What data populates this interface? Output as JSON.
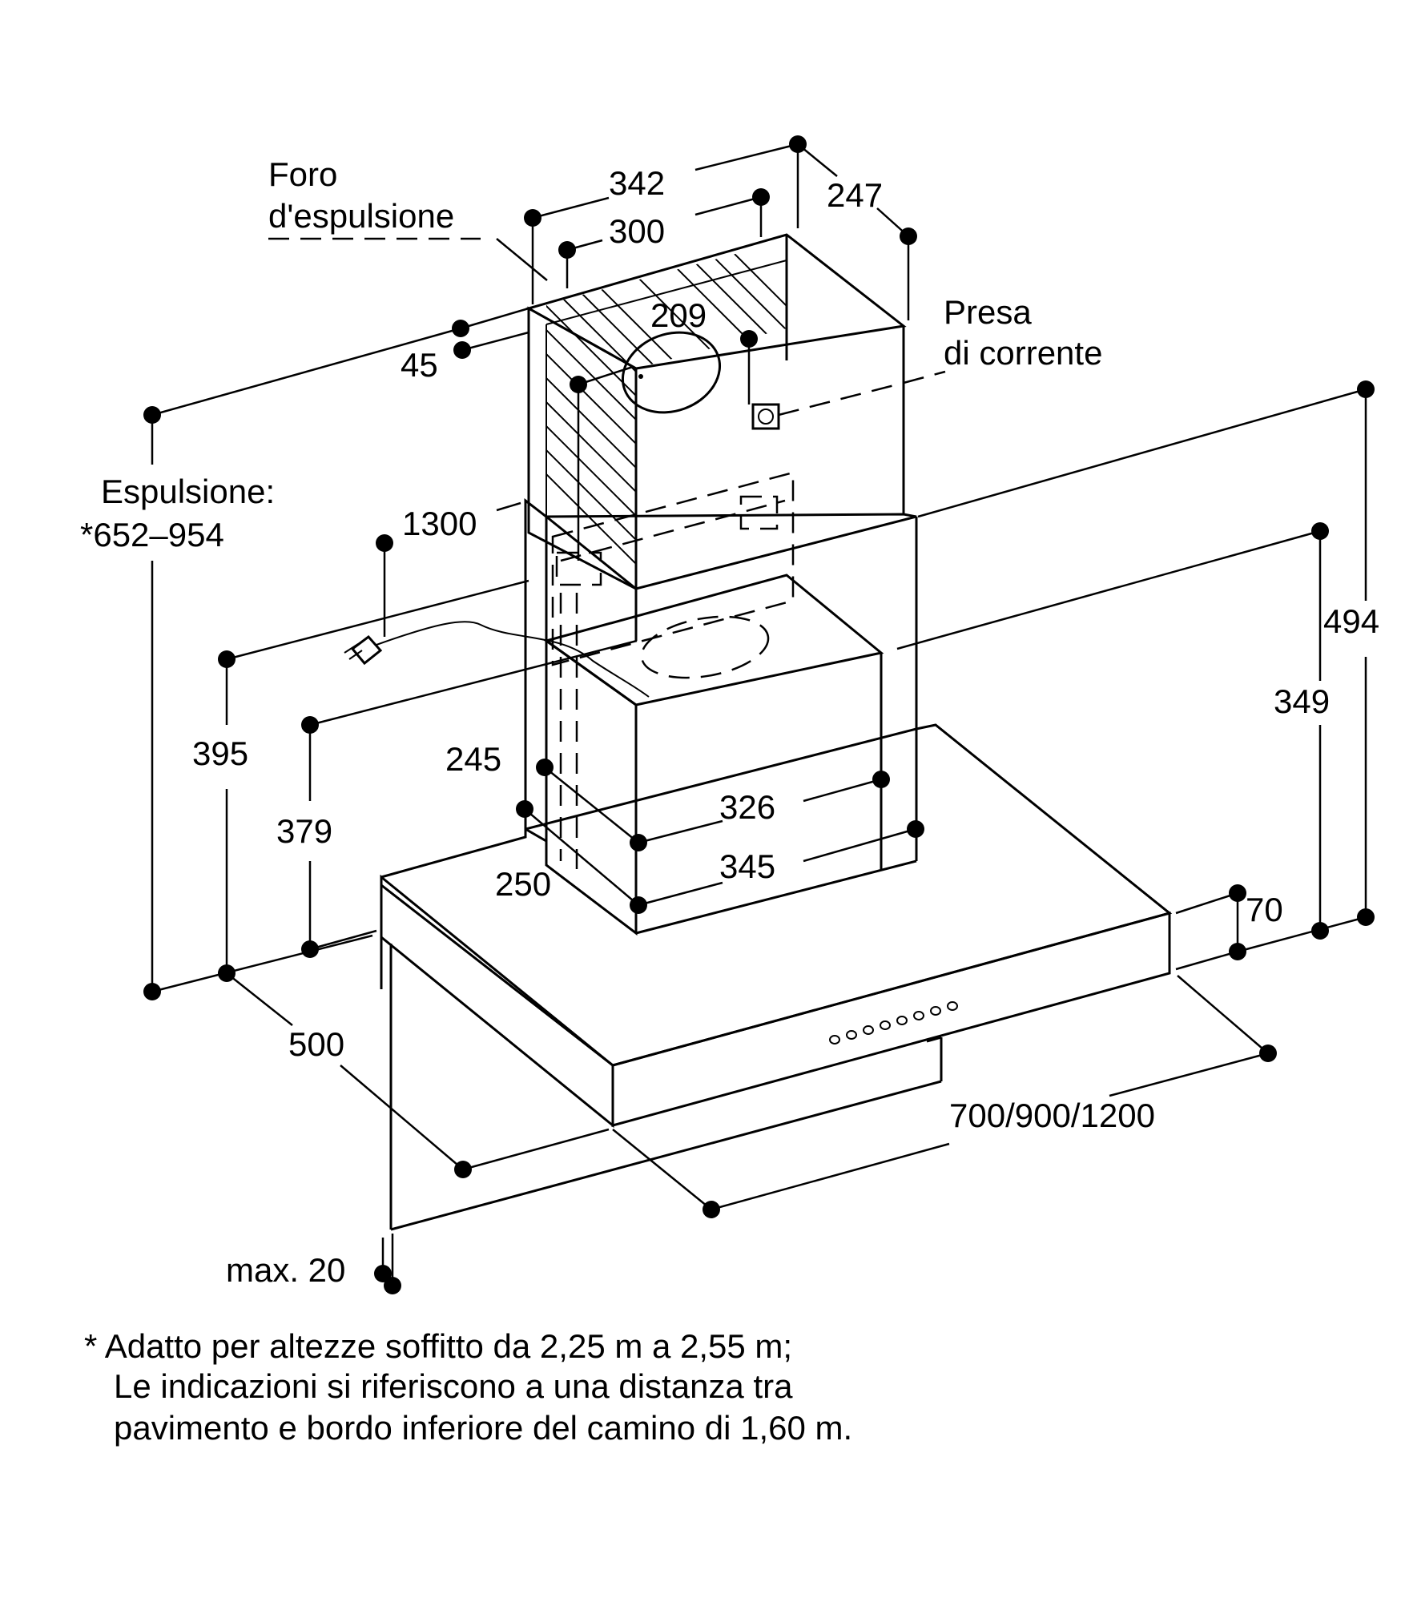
{
  "labels": {
    "foro_line1": "Foro",
    "foro_line2": "d'espulsione",
    "presa_line1": "Presa",
    "presa_line2": "di corrente",
    "espulsione_line1": "Espulsione:",
    "espulsione_line2": "*652–954",
    "max20": "max. 20"
  },
  "dimensions": {
    "d342": "342",
    "d300": "300",
    "d247": "247",
    "d209": "209",
    "d45": "45",
    "d1300": "1300",
    "d494": "494",
    "d349": "349",
    "d395": "395",
    "d379": "379",
    "d245": "245",
    "d326": "326",
    "d345": "345",
    "d250": "250",
    "d70": "70",
    "d500": "500",
    "d700": "700/900/1200"
  },
  "footnote": {
    "line1": "* Adatto per altezze soffitto da 2,25 m a 2,55 m;",
    "line2": "Le indicazioni si riferiscono a una distanza tra",
    "line3": "pavimento e bordo inferiore del camino di 1,60 m."
  }
}
